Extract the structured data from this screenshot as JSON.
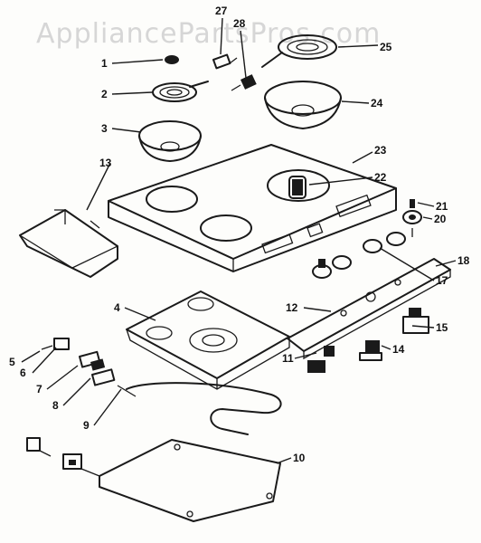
{
  "watermark": "AppliancePartsPros.com",
  "callouts": [
    {
      "id": "1",
      "label": "1"
    },
    {
      "id": "2",
      "label": "2"
    },
    {
      "id": "3",
      "label": "3"
    },
    {
      "id": "4",
      "label": "4"
    },
    {
      "id": "5",
      "label": "5"
    },
    {
      "id": "6",
      "label": "6"
    },
    {
      "id": "7",
      "label": "7"
    },
    {
      "id": "8",
      "label": "8"
    },
    {
      "id": "9",
      "label": "9"
    },
    {
      "id": "10",
      "label": "10"
    },
    {
      "id": "11",
      "label": "11"
    },
    {
      "id": "12",
      "label": "12"
    },
    {
      "id": "13",
      "label": "13"
    },
    {
      "id": "14",
      "label": "14"
    },
    {
      "id": "15",
      "label": "15"
    },
    {
      "id": "17",
      "label": "17"
    },
    {
      "id": "18",
      "label": "18"
    },
    {
      "id": "20",
      "label": "20"
    },
    {
      "id": "21",
      "label": "21"
    },
    {
      "id": "22",
      "label": "22"
    },
    {
      "id": "23",
      "label": "23"
    },
    {
      "id": "24",
      "label": "24"
    },
    {
      "id": "25",
      "label": "25"
    },
    {
      "id": "27",
      "label": "27"
    },
    {
      "id": "28",
      "label": "28"
    }
  ]
}
